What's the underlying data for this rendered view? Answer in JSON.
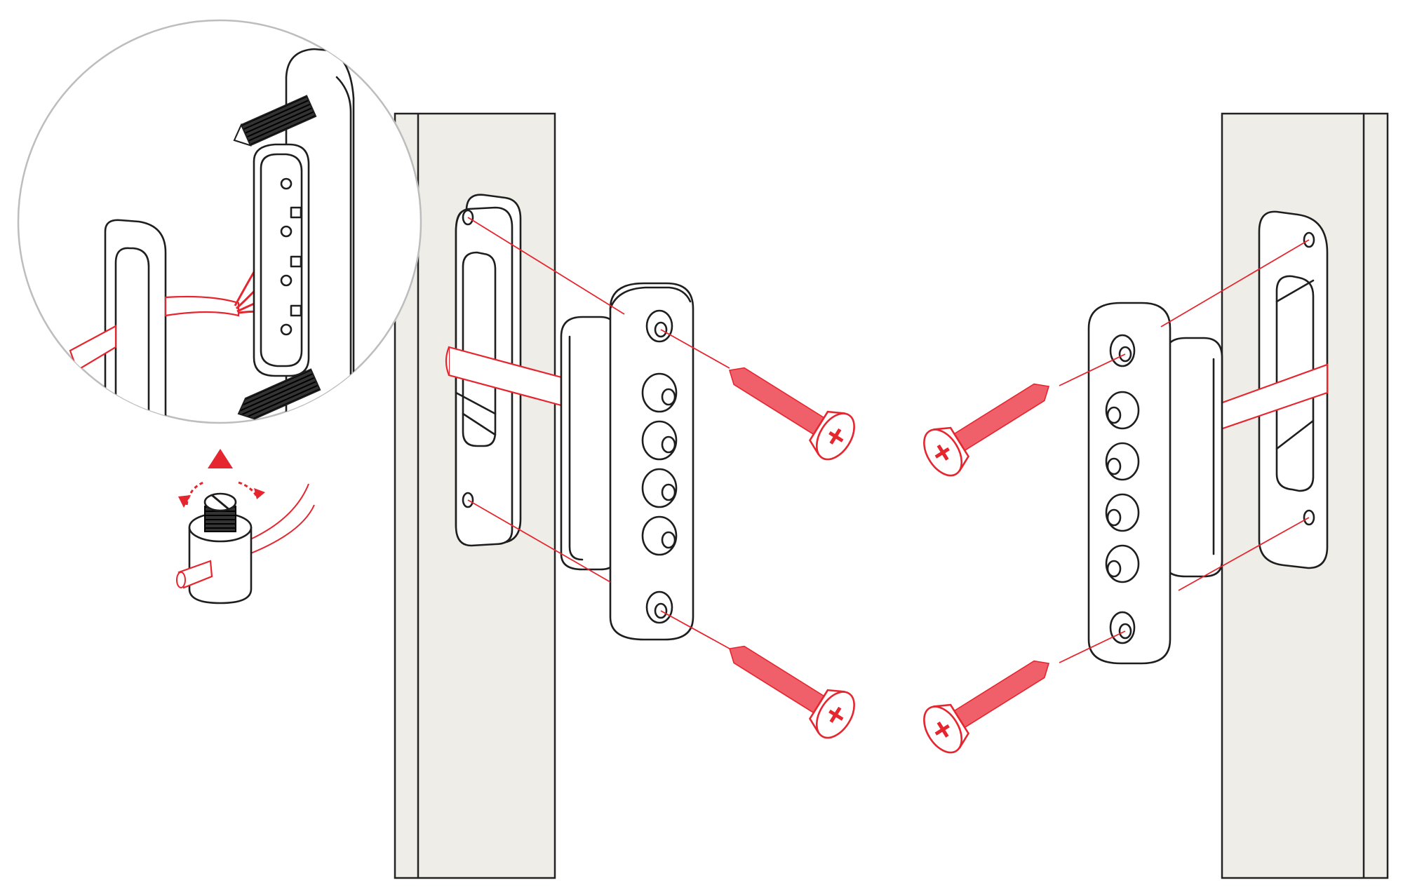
{
  "diagram": {
    "colors": {
      "accent": "#e5262f",
      "frame_fill": "#efede7",
      "ink": "#1e1e1e",
      "background": "#ffffff"
    },
    "parts": {
      "frames": 2,
      "mounting_plates": 2,
      "contact_blocks": 2,
      "screws": 4
    },
    "icons": [
      "magnifier-detail-icon",
      "up-arrow-icon",
      "rotate-arrows-icon",
      "terminal-screw-icon",
      "phillips-screw-icon"
    ]
  }
}
